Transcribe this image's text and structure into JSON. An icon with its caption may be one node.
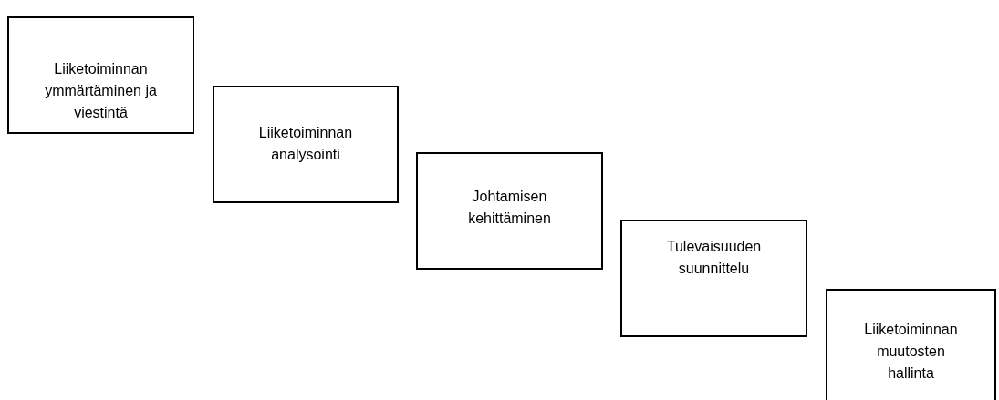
{
  "diagram": {
    "nodes": [
      {
        "text": [
          "Liiketoiminnan ymmärtäminen ja viestintä"
        ]
      },
      {
        "text": [
          "Liiketoiminnan analysointi"
        ]
      },
      {
        "text": [
          "Johtamisen kehittäminen"
        ]
      },
      {
        "text": [
          "Tulevaisuuden suunnittelu"
        ]
      },
      {
        "text": [
          "Liiketoiminnan muutosten hallinta"
        ]
      }
    ]
  }
}
